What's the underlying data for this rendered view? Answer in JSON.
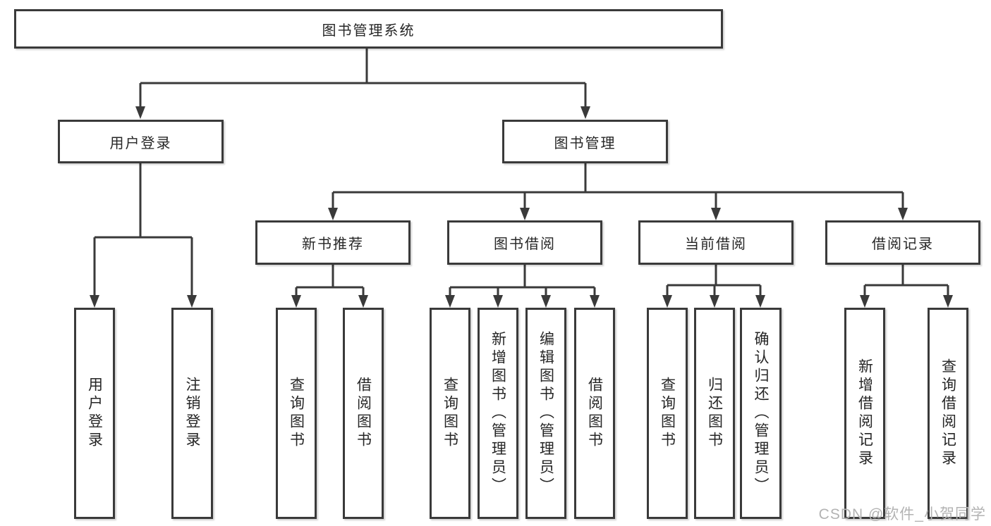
{
  "tree": {
    "root": {
      "label": "图书管理系统"
    },
    "level2": [
      {
        "label": "用户登录"
      },
      {
        "label": "图书管理"
      }
    ],
    "level3": [
      {
        "label": "新书推荐"
      },
      {
        "label": "图书借阅"
      },
      {
        "label": "当前借阅"
      },
      {
        "label": "借阅记录"
      }
    ],
    "leaves": [
      {
        "label": "用户登录"
      },
      {
        "label": "注销登录"
      },
      {
        "label": "查询图书"
      },
      {
        "label": "借阅图书"
      },
      {
        "label": "查询图书"
      },
      {
        "label": "新增图书（管理员）"
      },
      {
        "label": "编辑图书（管理员）"
      },
      {
        "label": "借阅图书"
      },
      {
        "label": "查询图书"
      },
      {
        "label": "归还图书"
      },
      {
        "label": "确认归还（管理员）"
      },
      {
        "label": "新增借阅记录"
      },
      {
        "label": "查询借阅记录"
      }
    ]
  },
  "watermark": {
    "text": "CSDN @软件_小贺同学"
  },
  "colors": {
    "line": "#3a3a3a",
    "box_border": "#3a3a3a",
    "box_fill": "#ffffff",
    "text": "#262626",
    "watermark": "#b3b3b3"
  }
}
